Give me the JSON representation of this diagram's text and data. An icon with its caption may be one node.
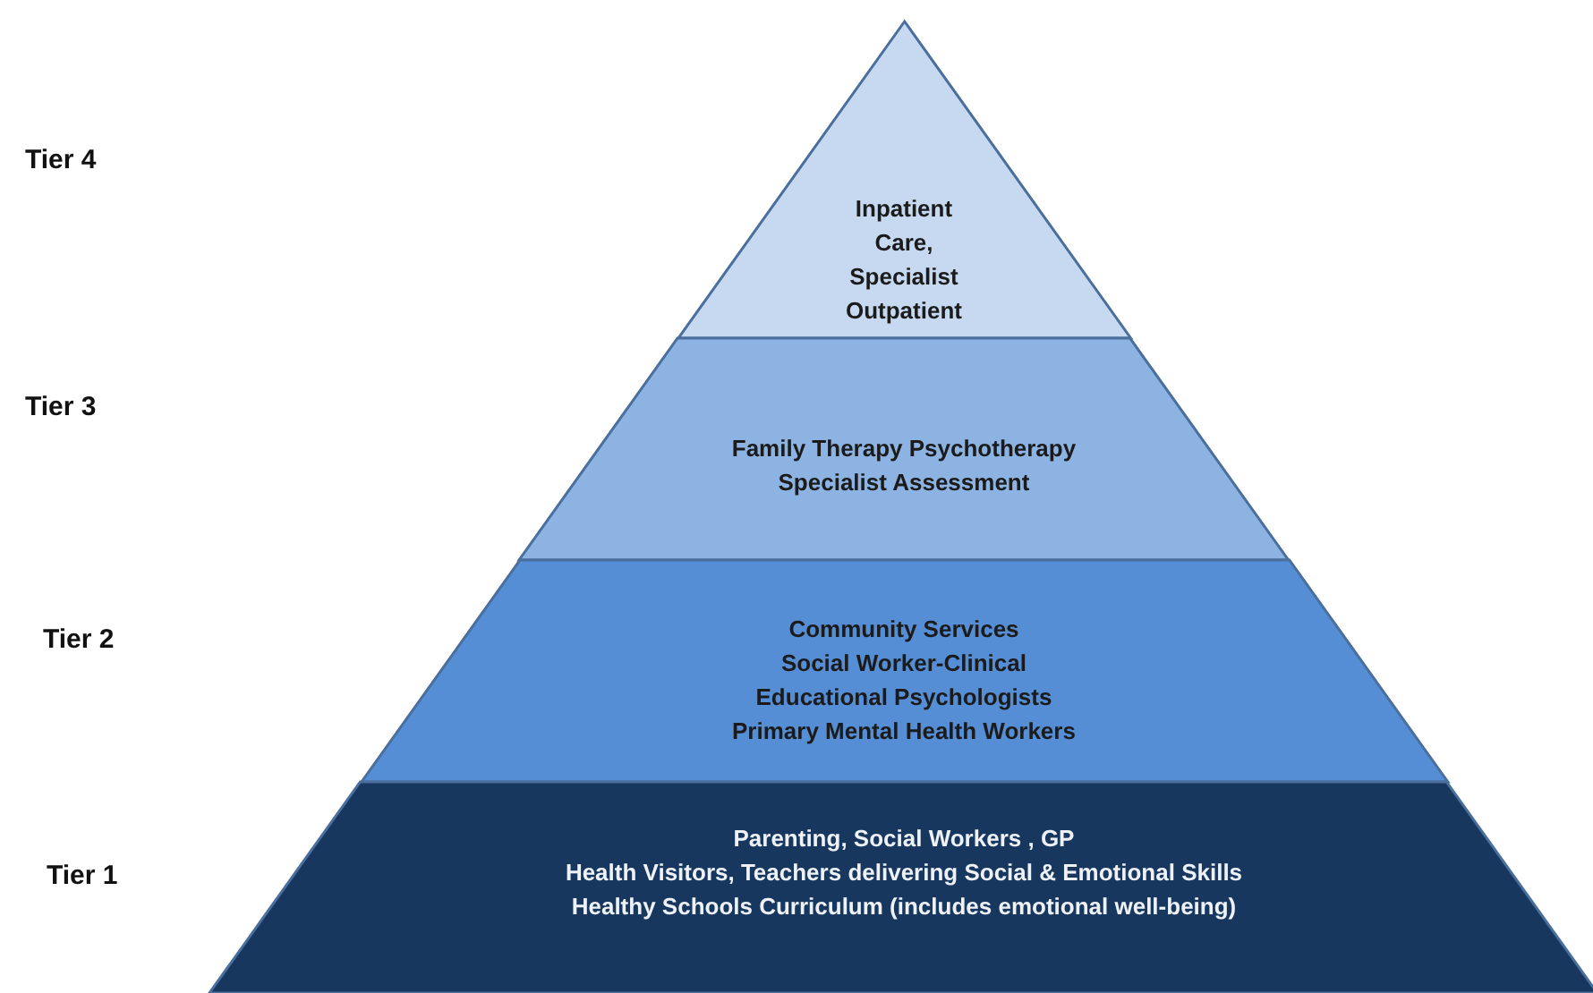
{
  "diagram": {
    "nodes": [
      {
        "text": [
          "Inpatient Care, Specialist Outpatient"
        ]
      },
      {
        "text": [
          "Family Therapy Psychotherapy",
          "Specialist Assessment"
        ]
      },
      {
        "text": [
          "Community Services",
          "Social Worker-Clinical",
          "Educational Psychologists",
          "Primary Mental Health  Workers"
        ]
      },
      {
        "text": [
          "Parenting, Social Workers , GP",
          "Health Visitors, Teachers delivering Social & Emotional Skills",
          "Healthy Schools Curriculum (includes emotional well-being)"
        ]
      }
    ],
    "labels": [
      "Tier 4",
      "Tier 3",
      "Tier 2",
      "Tier 1"
    ]
  }
}
